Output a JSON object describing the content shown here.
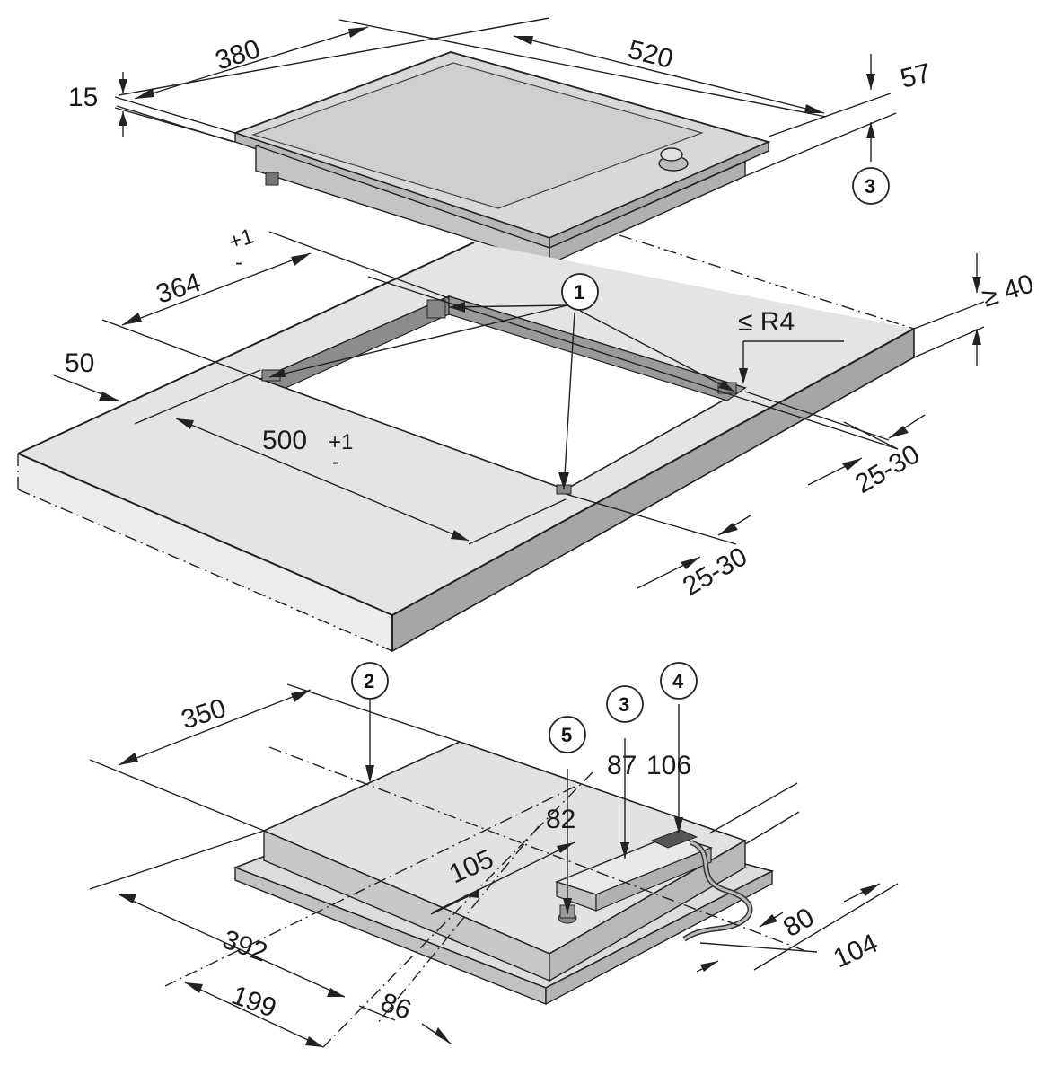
{
  "dimensions": {
    "hob_top": {
      "depth": "380",
      "width": "520",
      "glass_thickness": "15",
      "height": "57"
    },
    "cutout": {
      "depth": "364",
      "depth_tol": "+1",
      "depth_tol_minus": "-",
      "width": "500",
      "width_tol": "+1",
      "width_tol_minus": "-",
      "front_margin": "50",
      "side_margin_1": "25-30",
      "side_margin_2": "25-30",
      "radius": "≤ R4",
      "worktop_thickness": "≥ 40"
    },
    "underside": {
      "depth": "350",
      "width": "392",
      "offset_199": "199",
      "offset_86": "86",
      "offset_105": "105",
      "offset_82": "82",
      "offset_87": "87",
      "offset_106": "106",
      "offset_80": "80",
      "offset_104": "104"
    }
  },
  "callouts": {
    "c1": "1",
    "c2": "2",
    "c3_top": "3",
    "c3_bottom": "3",
    "c4": "4",
    "c5": "5"
  },
  "colors": {
    "surface_light": "#e6e6e6",
    "surface_mid": "#d4d4d4",
    "surface_dark": "#9e9e9e",
    "line": "#222222"
  }
}
